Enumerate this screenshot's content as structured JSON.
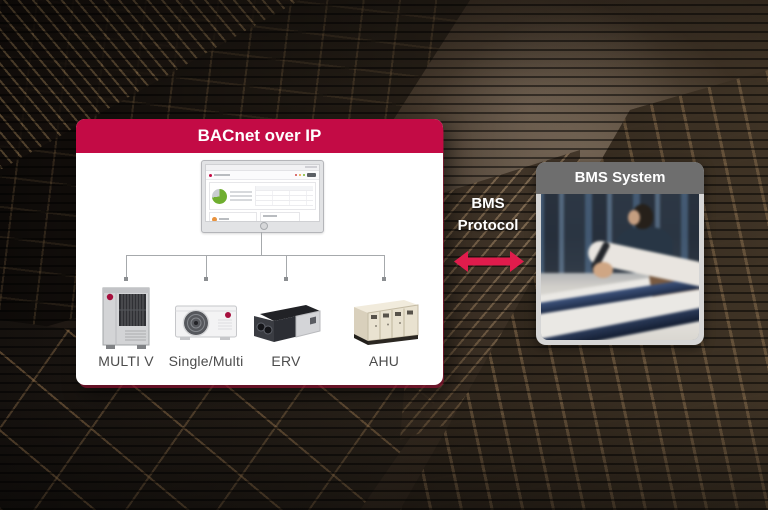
{
  "bacnet_card": {
    "title": "BACnet over IP",
    "monitor": {
      "icon": "acp-dashboard-monitor-icon",
      "logo_icon": "lg-logo-icon"
    },
    "devices": [
      {
        "label": "MULTI V",
        "icon": "multi-v-unit-icon"
      },
      {
        "label": "Single/Multi",
        "icon": "single-multi-unit-icon"
      },
      {
        "label": "ERV",
        "icon": "erv-unit-icon"
      },
      {
        "label": "AHU",
        "icon": "ahu-unit-icon"
      }
    ]
  },
  "protocol_link": {
    "lines": [
      "BMS",
      "Protocol"
    ],
    "arrow_icon": "double-headed-arrow-icon"
  },
  "bms_panel": {
    "title": "BMS System",
    "photo_icon": "control-room-photo"
  },
  "colors": {
    "header_red": "#c30b45",
    "arrow_red": "#e01c4c",
    "bms_header_gray": "#6e6e6e",
    "device_label_gray": "#4c4c4c",
    "connector_gray": "#a6a9ac",
    "chart_green": "#6fae2f"
  }
}
